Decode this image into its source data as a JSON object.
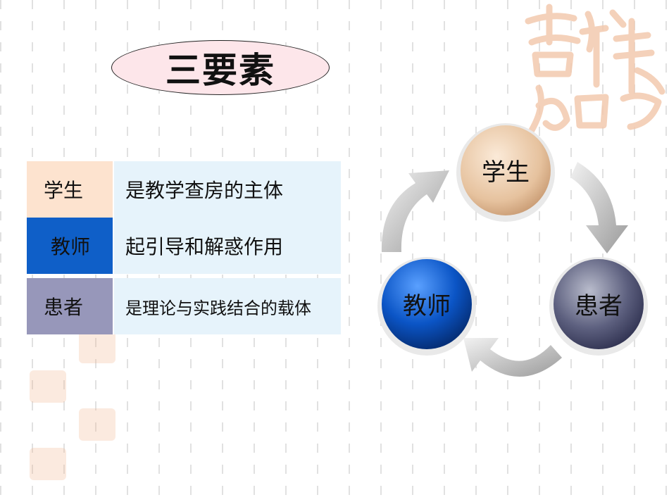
{
  "title": "三要素",
  "table": {
    "rows": [
      {
        "role": "学生",
        "description": "是教学查房的主体"
      },
      {
        "role": "教师",
        "description": "起引导和解惑作用"
      },
      {
        "role": "患者",
        "description": "是理论与实践结合的载体"
      }
    ]
  },
  "cycle": {
    "nodes": [
      "学生",
      "患者",
      "教师"
    ],
    "colors": {
      "student": "#e9c7a5",
      "patient": "#55587a",
      "teacher": "#0b57c4"
    }
  },
  "decorations": {
    "watermark_icon": "auspicious-seal-icon"
  }
}
